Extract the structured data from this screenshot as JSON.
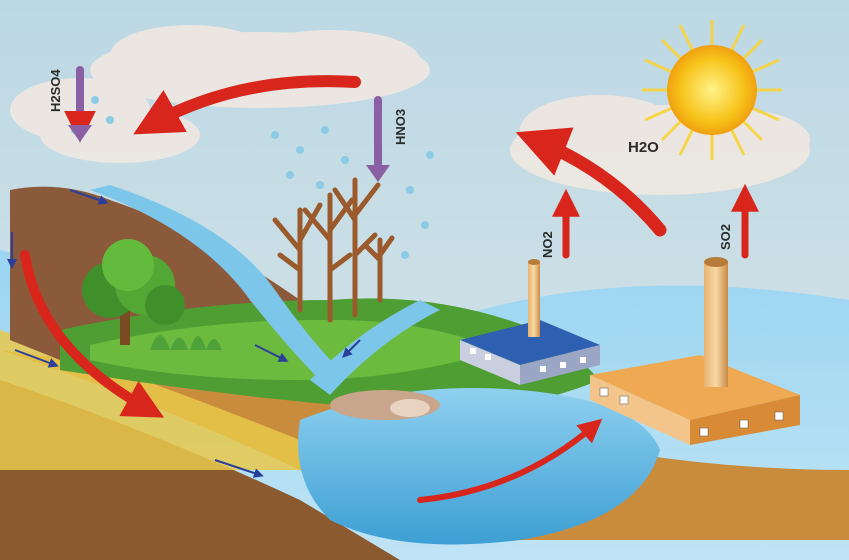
{
  "labels": {
    "h2so4": "H2SO4",
    "hno3": "HNO3",
    "h2o": "H2O",
    "no2": "NO2",
    "so2": "SO2"
  },
  "colors": {
    "sky": "#6cc3ea",
    "cloud": "#e9e2da",
    "sun": "#f7c31a",
    "hill": "#8b5a3a",
    "grass": "#4e9e34",
    "water": "#63b8e0",
    "arrow_red": "#d9261c",
    "arrow_purple": "#8a5fa4",
    "factory_wall": "#e39b45",
    "factory_small": "#9aa6c4"
  }
}
